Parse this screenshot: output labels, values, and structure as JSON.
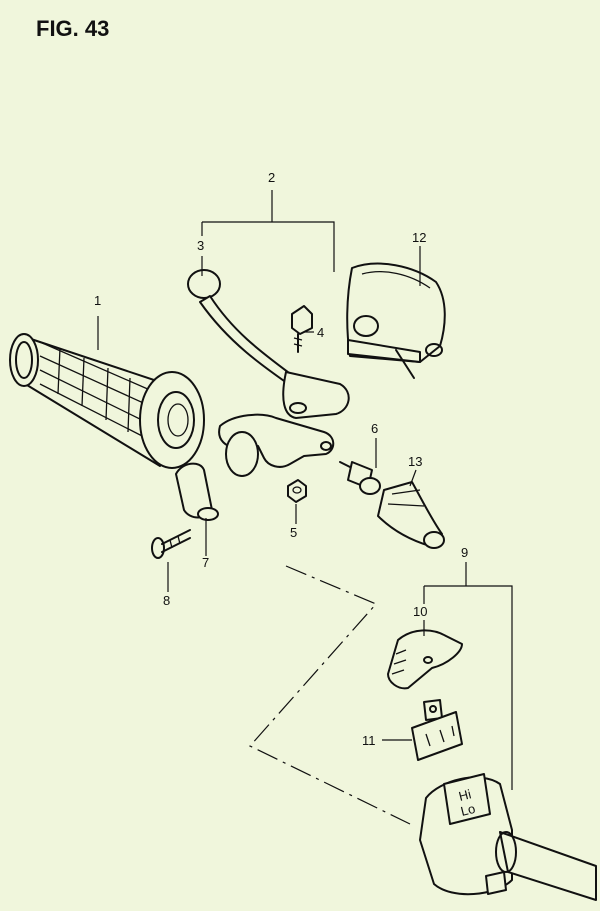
{
  "figure": {
    "title": "FIG. 43"
  },
  "callouts": [
    {
      "id": "c1",
      "label": "1"
    },
    {
      "id": "c2",
      "label": "2"
    },
    {
      "id": "c3",
      "label": "3"
    },
    {
      "id": "c4",
      "label": "4"
    },
    {
      "id": "c5",
      "label": "5"
    },
    {
      "id": "c6",
      "label": "6"
    },
    {
      "id": "c7",
      "label": "7"
    },
    {
      "id": "c8",
      "label": "8"
    },
    {
      "id": "c9",
      "label": "9"
    },
    {
      "id": "c10",
      "label": "10"
    },
    {
      "id": "c11",
      "label": "11"
    },
    {
      "id": "c12",
      "label": "12"
    },
    {
      "id": "c13",
      "label": "13"
    }
  ],
  "switch_markings": {
    "hi": "Hi",
    "lo": "Lo"
  }
}
